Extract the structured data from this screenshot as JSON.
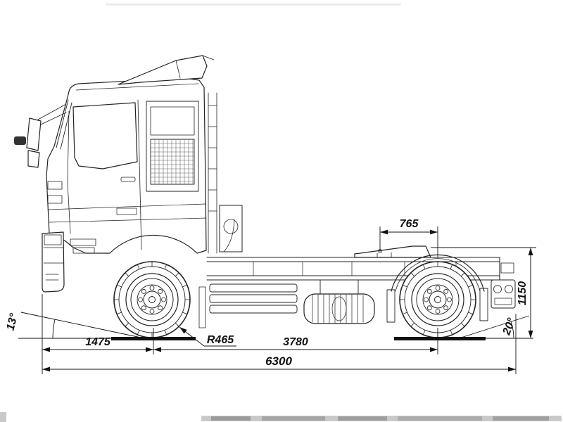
{
  "drawing": {
    "title": "Truck tractor side-view dimensional drawing",
    "labels": {
      "dim_1475": "1475",
      "dim_3780": "3780",
      "dim_6300": "6300",
      "dim_765": "765",
      "dim_1150": "1150",
      "radius_front_wheel": "R465",
      "angle_front": "13°",
      "angle_rear": "20°"
    },
    "colors": {
      "line": "#1f1f1f",
      "background": "#ffffff"
    }
  }
}
